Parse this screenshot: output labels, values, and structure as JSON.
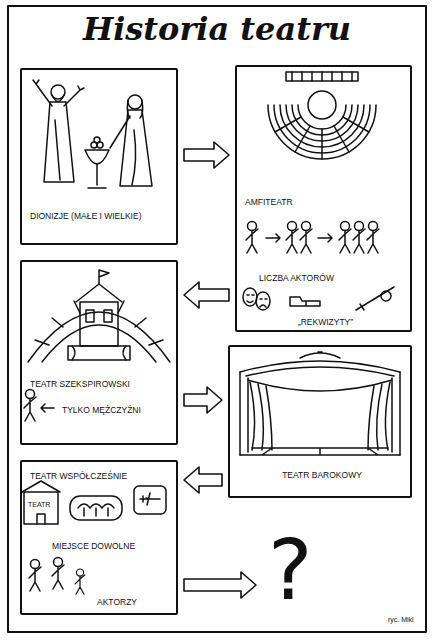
{
  "diagram": {
    "title": "Historia teatru",
    "nodes": [
      {
        "text": [
          "DIONIZJE (MAŁE I WIELKIE)"
        ]
      },
      {
        "text": [
          "AMFITEATR",
          "LICZBA AKTORÓW",
          "„REKWIZYTY”"
        ]
      },
      {
        "text": [
          "TEATR SZEKSPIROWSKI",
          "TYLKO MĘŻCZYŹNI"
        ]
      },
      {
        "text": [
          "TEATR BAROKOWY"
        ]
      },
      {
        "text": [
          "TEATR WSPÓŁCZEŚNIE",
          "MIEJSCE DOWOLNE",
          "AKTORZY"
        ]
      },
      {
        "text": [
          "?"
        ]
      }
    ],
    "edges": [
      {
        "from": 0,
        "to": 1,
        "arrow": "to"
      },
      {
        "from": 1,
        "to": 2,
        "arrow": "to"
      },
      {
        "from": 2,
        "to": 3,
        "arrow": "to"
      },
      {
        "from": 3,
        "to": 4,
        "arrow": "to"
      },
      {
        "from": 4,
        "to": 5,
        "arrow": "to"
      }
    ],
    "labels": [
      "TEATR",
      "ryc. Miki"
    ]
  }
}
